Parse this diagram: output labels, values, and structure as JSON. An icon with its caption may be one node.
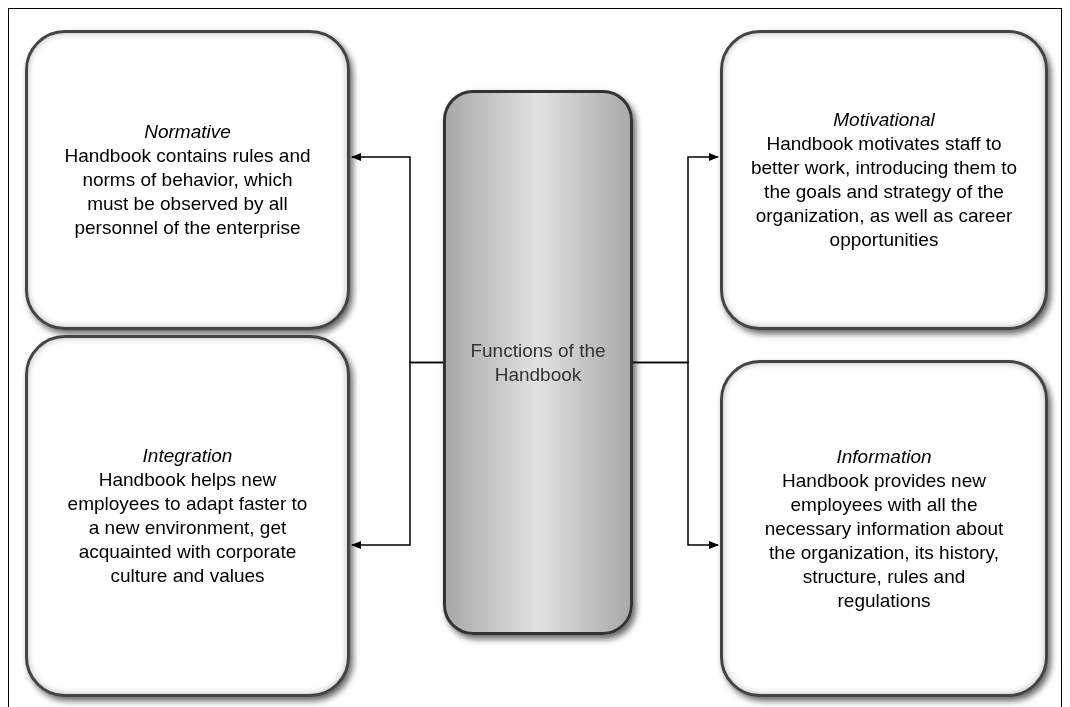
{
  "diagram": {
    "nodes": [
      {
        "text": [
          "Normative",
          "Handbook contains rules and norms of behavior, which must be observed by all personnel of the enterprise"
        ]
      },
      {
        "text": [
          "Integration",
          "Handbook helps new employees to adapt faster to a new environment, get acquainted with corporate culture and values"
        ]
      },
      {
        "text": [
          "Functions of the Handbook"
        ]
      },
      {
        "text": [
          "Motivational",
          "Handbook motivates staff to better work, introducing them to the goals and strategy of the organization, as well as career opportunities"
        ]
      },
      {
        "text": [
          "Information",
          "Handbook provides new employees with all the necessary information about the organization, its history, structure, rules and regulations"
        ]
      }
    ],
    "edges": [
      {
        "from": 2,
        "to": 0,
        "arrow": "to"
      },
      {
        "from": 2,
        "to": 1,
        "arrow": "to"
      },
      {
        "from": 2,
        "to": 3,
        "arrow": "to"
      },
      {
        "from": 2,
        "to": 4,
        "arrow": "to"
      }
    ]
  }
}
